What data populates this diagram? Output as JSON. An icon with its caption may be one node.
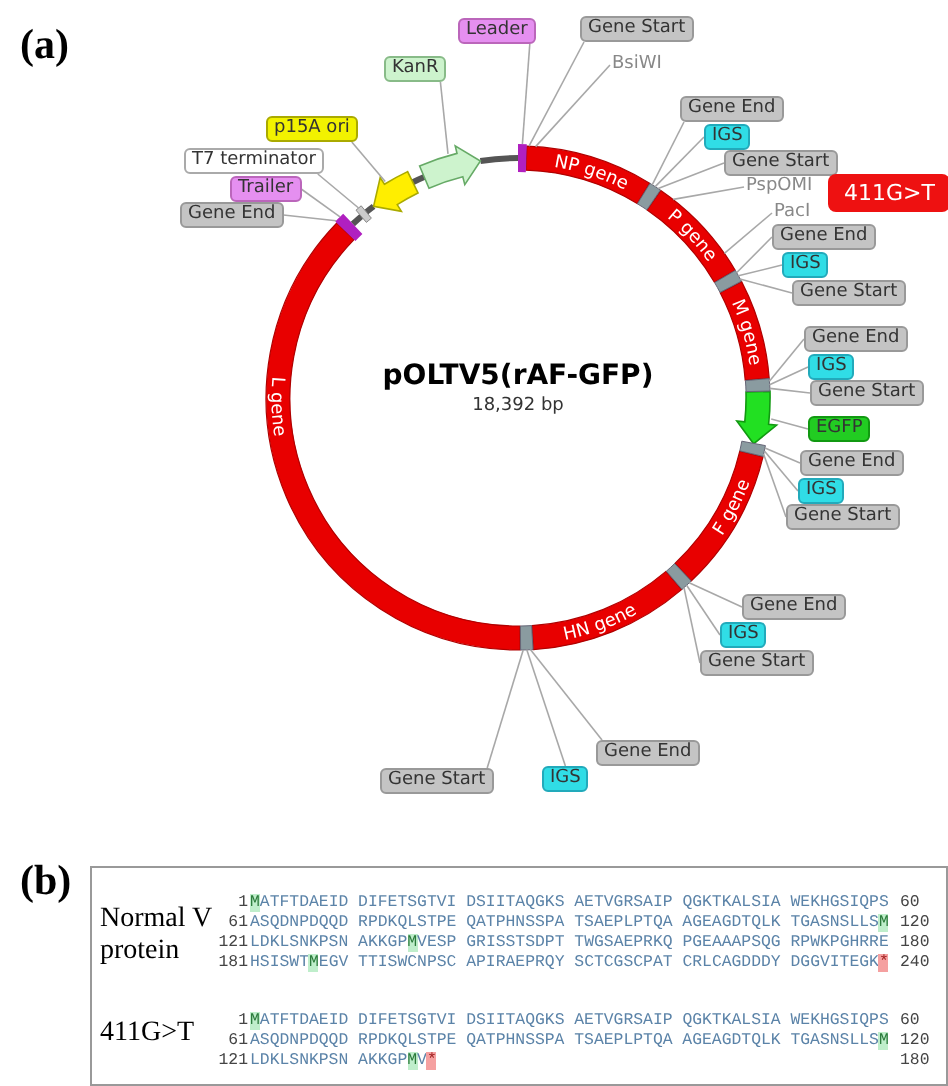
{
  "diagram": {
    "nodes": [
      {
        "text": [
          "NP gene"
        ]
      },
      {
        "text": [
          "P gene"
        ]
      },
      {
        "text": [
          "M gene"
        ]
      },
      {
        "text": [],
        "shape": "arrow"
      },
      {
        "text": [
          "F gene"
        ]
      },
      {
        "text": [
          "HN gene"
        ]
      },
      {
        "text": [
          "L gene"
        ]
      },
      {
        "text": [],
        "shape": "arrow"
      },
      {
        "text": [],
        "shape": "arrow"
      },
      {
        "text": [
          "Leader"
        ]
      },
      {
        "text": [
          "Gene Start"
        ]
      },
      {
        "text": [
          "BsiWI"
        ]
      },
      {
        "text": [
          "KanR"
        ]
      },
      {
        "text": [
          "p15A ori"
        ]
      },
      {
        "text": [
          "T7 terminator"
        ]
      },
      {
        "text": [
          "Trailer"
        ]
      },
      {
        "text": [
          "Gene End"
        ]
      },
      {
        "text": [
          "Gene End"
        ]
      },
      {
        "text": [
          "IGS"
        ]
      },
      {
        "text": [
          "Gene Start"
        ]
      },
      {
        "text": [
          "PspOMI"
        ]
      },
      {
        "text": [
          "411G>T"
        ]
      },
      {
        "text": [
          "PacI"
        ]
      },
      {
        "text": [
          "Gene End"
        ]
      },
      {
        "text": [
          "IGS"
        ]
      },
      {
        "text": [
          "Gene Start"
        ]
      },
      {
        "text": [
          "Gene End"
        ]
      },
      {
        "text": [
          "IGS"
        ]
      },
      {
        "text": [
          "Gene Start"
        ]
      },
      {
        "text": [
          "EGFP"
        ]
      },
      {
        "text": [
          "Gene End"
        ]
      },
      {
        "text": [
          "IGS"
        ]
      },
      {
        "text": [
          "Gene Start"
        ]
      },
      {
        "text": [
          "Gene End"
        ]
      },
      {
        "text": [
          "IGS"
        ]
      },
      {
        "text": [
          "Gene Start"
        ]
      },
      {
        "text": [
          "Gene End"
        ]
      },
      {
        "text": [
          "IGS"
        ]
      },
      {
        "text": [
          "Gene Start"
        ]
      },
      {
        "text": [],
        "shape": "bar"
      },
      {
        "text": [],
        "shape": "bar"
      },
      {
        "text": [],
        "shape": "bar"
      },
      {
        "text": [],
        "shape": "bar"
      },
      {
        "text": [],
        "shape": "bar"
      },
      {
        "text": [],
        "shape": "bar"
      },
      {
        "text": [],
        "shape": "bar"
      },
      {
        "text": [],
        "shape": "bar"
      },
      {
        "text": [],
        "shape": "bar"
      }
    ],
    "edges": [
      {
        "from": 9,
        "to": 39,
        "arrow": "none"
      },
      {
        "from": 10,
        "to": 0,
        "arrow": "none"
      },
      {
        "from": 11,
        "to": 0,
        "arrow": "none"
      },
      {
        "from": 12,
        "to": 7,
        "arrow": "none"
      },
      {
        "from": 13,
        "to": 8,
        "arrow": "none"
      },
      {
        "from": 14,
        "to": 40,
        "arrow": "none"
      },
      {
        "from": 15,
        "to": 41,
        "arrow": "none"
      },
      {
        "from": 16,
        "to": 41,
        "arrow": "none"
      },
      {
        "from": 17,
        "to": 42,
        "arrow": "none"
      },
      {
        "from": 18,
        "to": 42,
        "arrow": "none"
      },
      {
        "from": 19,
        "to": 42,
        "arrow": "none"
      },
      {
        "from": 20,
        "to": 1,
        "arrow": "none"
      },
      {
        "from": 22,
        "to": 1,
        "arrow": "none"
      },
      {
        "from": 23,
        "to": 43,
        "arrow": "none"
      },
      {
        "from": 24,
        "to": 43,
        "arrow": "none"
      },
      {
        "from": 25,
        "to": 43,
        "arrow": "none"
      },
      {
        "from": 26,
        "to": 44,
        "arrow": "none"
      },
      {
        "from": 27,
        "to": 44,
        "arrow": "none"
      },
      {
        "from": 28,
        "to": 44,
        "arrow": "none"
      },
      {
        "from": 29,
        "to": 3,
        "arrow": "none"
      },
      {
        "from": 30,
        "to": 45,
        "arrow": "none"
      },
      {
        "from": 31,
        "to": 45,
        "arrow": "none"
      },
      {
        "from": 32,
        "to": 45,
        "arrow": "none"
      },
      {
        "from": 33,
        "to": 46,
        "arrow": "none"
      },
      {
        "from": 34,
        "to": 46,
        "arrow": "none"
      },
      {
        "from": 35,
        "to": 46,
        "arrow": "none"
      },
      {
        "from": 36,
        "to": 47,
        "arrow": "none"
      },
      {
        "from": 37,
        "to": 47,
        "arrow": "none"
      },
      {
        "from": 38,
        "to": 47,
        "arrow": "none"
      },
      {
        "from": 39,
        "to": 7,
        "arrow": "none",
        "style": "thick",
        "color": "#555555"
      },
      {
        "from": 7,
        "to": 8,
        "arrow": "none",
        "style": "thick",
        "color": "#555555"
      },
      {
        "from": 8,
        "to": 40,
        "arrow": "none",
        "style": "thick",
        "color": "#555555"
      },
      {
        "from": 40,
        "to": 41,
        "arrow": "none",
        "style": "thick",
        "color": "#555555"
      }
    ],
    "labels": [
      "(a)",
      "pOLTV5(rAF-GFP)",
      "18,392 bp",
      "(b)",
      "Normal V protein",
      "1",
      "MATFTDAEID DIFETSGTVI DSIITAQGKS AETVGRSAIP QGKTKALSIA WEKHGSIQPS",
      "60",
      "61",
      "ASQDNPDQQD RPDKQLSTPE QATPHNSSPA TSAEPLPTQA AGEAGDTQLK TGASNSLLSM",
      "120",
      "121",
      "LDKLSNKPSN AKKGPMVESP GRISSTSDPT TWGSAEPRKQ PGEAAAPSQG RPWKPGHRRE",
      "180",
      "181",
      "HSISWTMEGV TTISWCNPSC APIRAEPRQY SCTCGSCPAT CRLCAGDDDY DGGVITEGK*",
      "240",
      "411G>T",
      "1",
      "MATFTDAEID DIFETSGTVI DSIITAQGKS AETVGRSAIP QGKTKALSIA WEKHGSIQPS",
      "60",
      "61",
      "ASQDNPDQQD RPDKQLSTPE QATPHNSSPA TSAEPLPTQA AGEAGDTQLK TGASNSLLSM",
      "120",
      "121",
      "LDKLSNKPSN AKKGPMV*",
      "180"
    ]
  }
}
